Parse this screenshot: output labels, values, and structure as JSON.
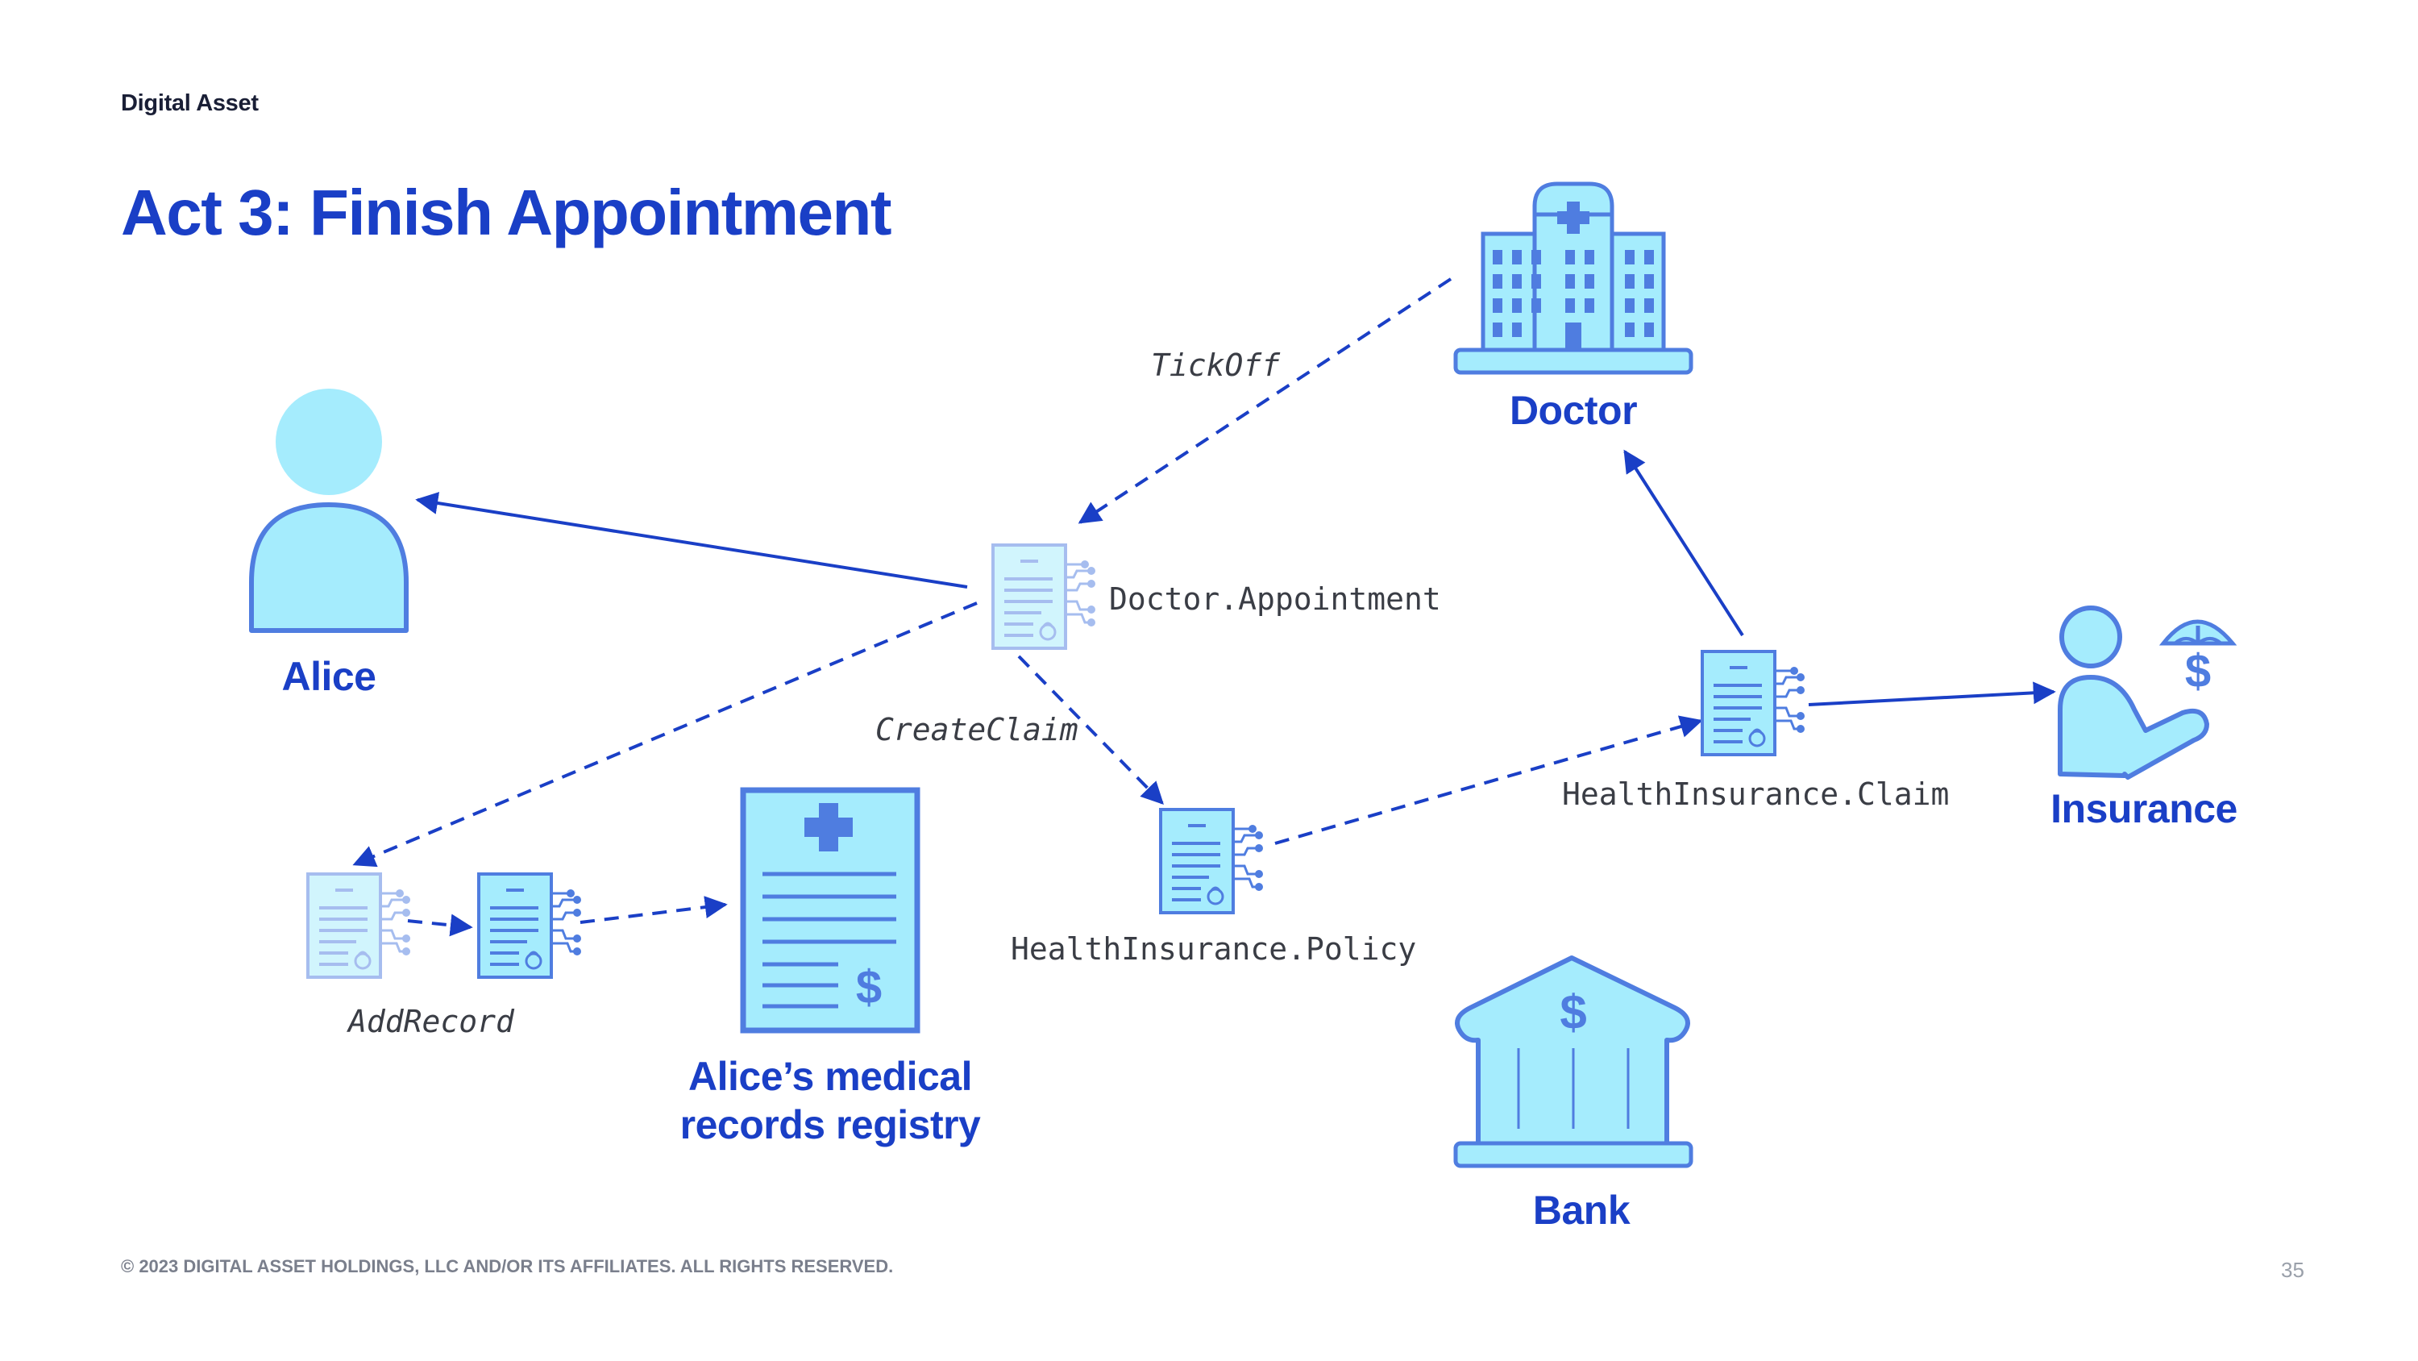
{
  "header": {
    "logo_text": "Digital Asset",
    "title": "Act 3: Finish Appointment"
  },
  "entities": {
    "alice": "Alice",
    "doctor": "Doctor",
    "insurance": "Insurance",
    "bank": "Bank",
    "registry_line1": "Alice’s medical",
    "registry_line2": "records registry"
  },
  "contracts": {
    "appointment": "Doctor.Appointment",
    "claim": "HealthInsurance.Claim",
    "policy": "HealthInsurance.Policy"
  },
  "choices": {
    "tickoff": "TickOff",
    "createclaim": "CreateClaim",
    "addrecord": "AddRecord"
  },
  "footer": {
    "copyright": "© 2023  DIGITAL ASSET HOLDINGS, LLC AND/OR ITS AFFILIATES. ALL RIGHTS RESERVED.",
    "page_number": "35"
  },
  "colors": {
    "accent": "#1a3fc6",
    "icon_fill": "#a5ecfd",
    "icon_stroke": "#4f7de0"
  }
}
